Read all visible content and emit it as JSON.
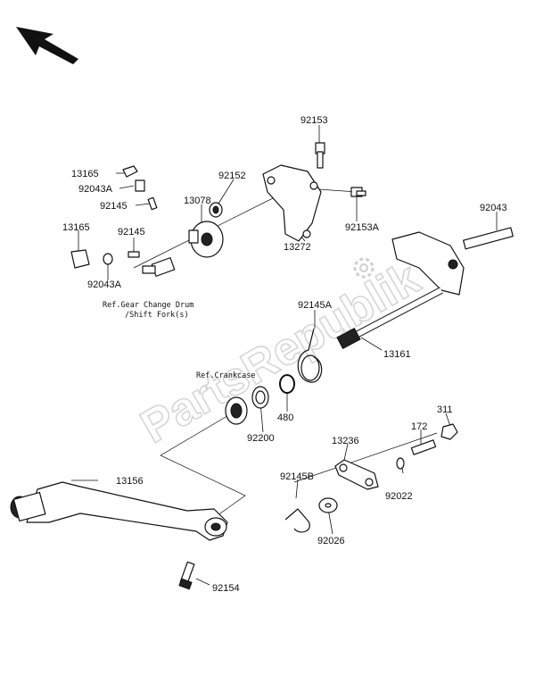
{
  "watermark": "PartsRepublik",
  "labels": {
    "p92153": "92153",
    "p13165a": "13165",
    "p92043A_a": "92043A",
    "p92152": "92152",
    "p92145_a": "92145",
    "p13078": "13078",
    "p13165b": "13165",
    "p92145_b": "92145",
    "p92043A_b": "92043A",
    "p13272": "13272",
    "p92153A": "92153A",
    "p92043": "92043",
    "p92145A": "92145A",
    "p13161": "13161",
    "p480": "480",
    "p92200": "92200",
    "p13236": "13236",
    "p172": "172",
    "p311": "311",
    "p92145B": "92145B",
    "p92022": "92022",
    "p92026": "92026",
    "p13156": "13156",
    "p92154": "92154"
  },
  "refs": {
    "gear_line1": "Ref.Gear Change Drum",
    "gear_line2": "/Shift Fork(s)",
    "crankcase": "Ref.Crankcase"
  },
  "icons": {
    "direction_arrow": "front-direction-arrow-icon",
    "watermark_gear": "gear-icon"
  }
}
